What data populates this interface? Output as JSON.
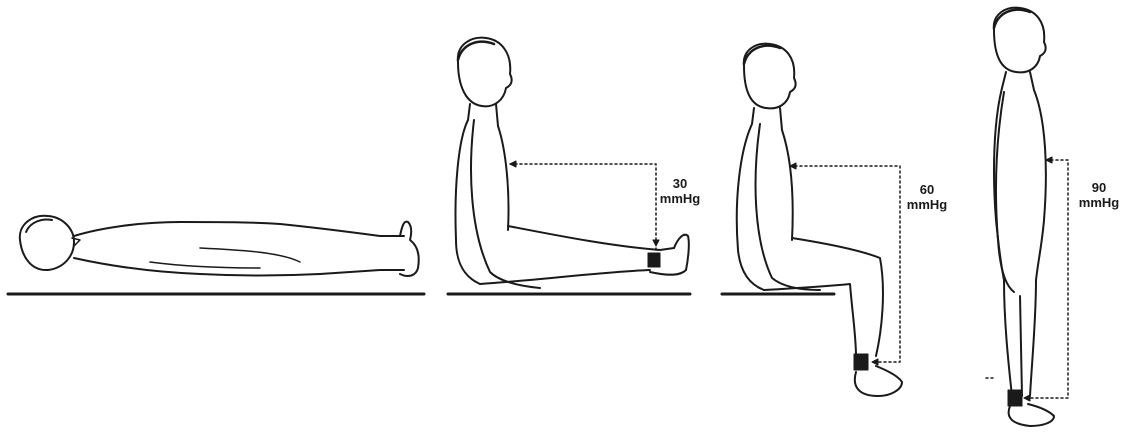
{
  "figures": [
    {
      "id": "supine",
      "pressure_value": "",
      "pressure_unit": ""
    },
    {
      "id": "sitting-legs-extended",
      "pressure_value": "30",
      "pressure_unit": "mmHg"
    },
    {
      "id": "sitting-legs-dependent",
      "pressure_value": "60",
      "pressure_unit": "mmHg"
    },
    {
      "id": "standing",
      "pressure_value": "90",
      "pressure_unit": "mmHg"
    }
  ],
  "colors": {
    "line": "#1a1a1a",
    "background": "#ffffff"
  }
}
